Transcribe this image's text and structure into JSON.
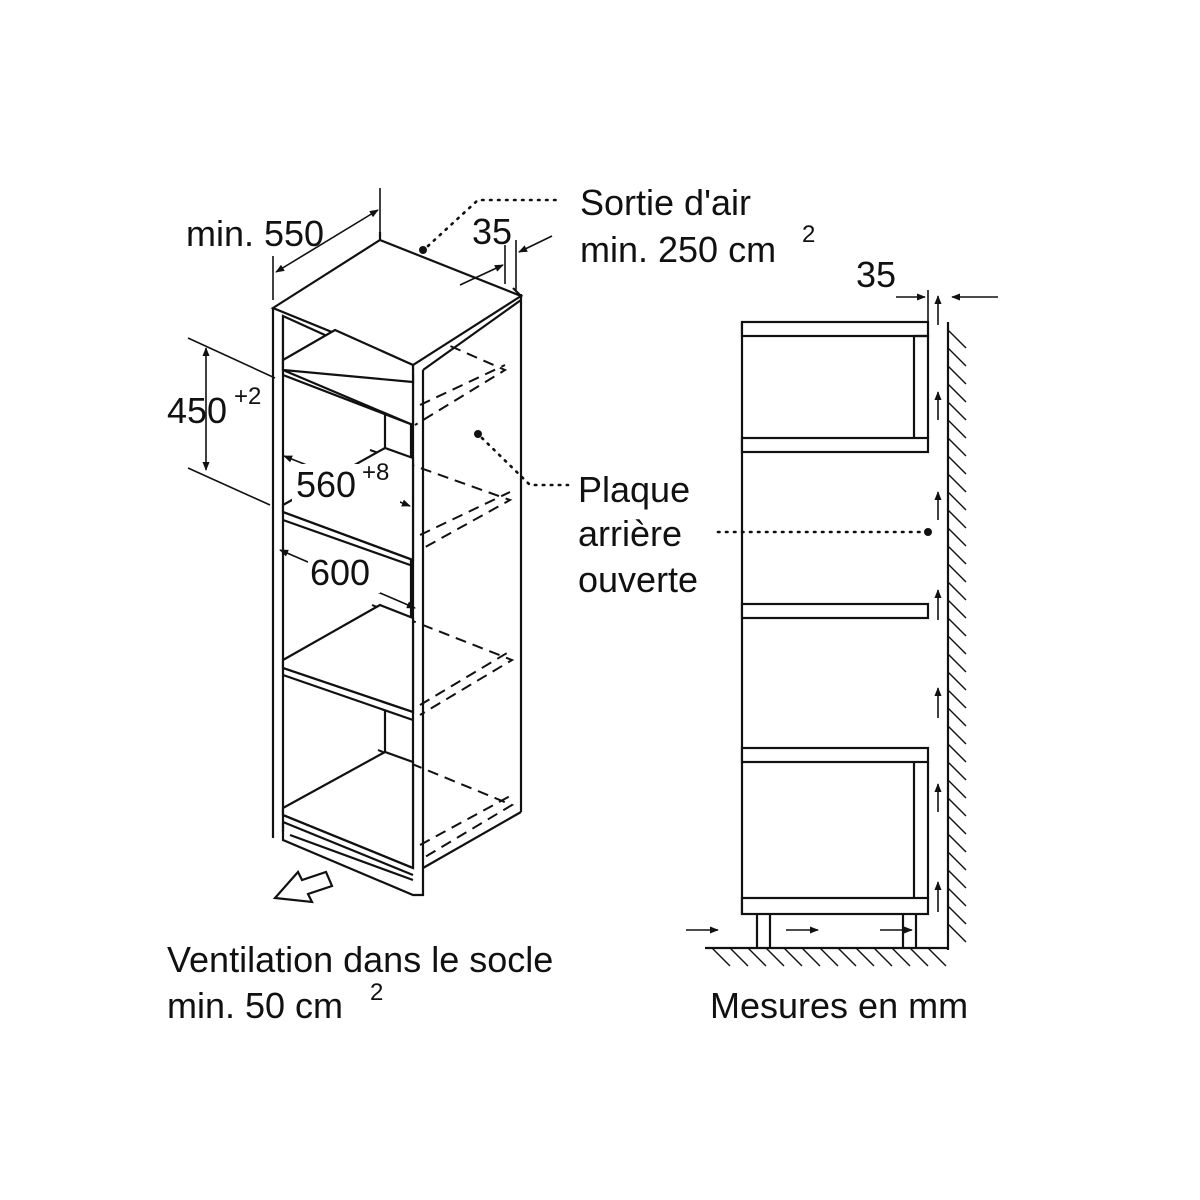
{
  "labels": {
    "min_550": "min. 550",
    "dim_35_top": "35",
    "air_outlet_line1": "Sortie d'air",
    "air_outlet_line2": "min. 250 cm",
    "air_outlet_sup": "2",
    "dim_450": "450",
    "dim_450_sup": "+2",
    "dim_560": "560",
    "dim_560_sup": "+8",
    "dim_600": "600",
    "back_panel_line1": "Plaque",
    "back_panel_line2": "arrière",
    "back_panel_line3": "ouverte",
    "dim_35_side": "35",
    "plinth_line1": "Ventilation dans le socle",
    "plinth_line2": "min. 50 cm",
    "plinth_sup": "2",
    "units": "Mesures en mm"
  }
}
